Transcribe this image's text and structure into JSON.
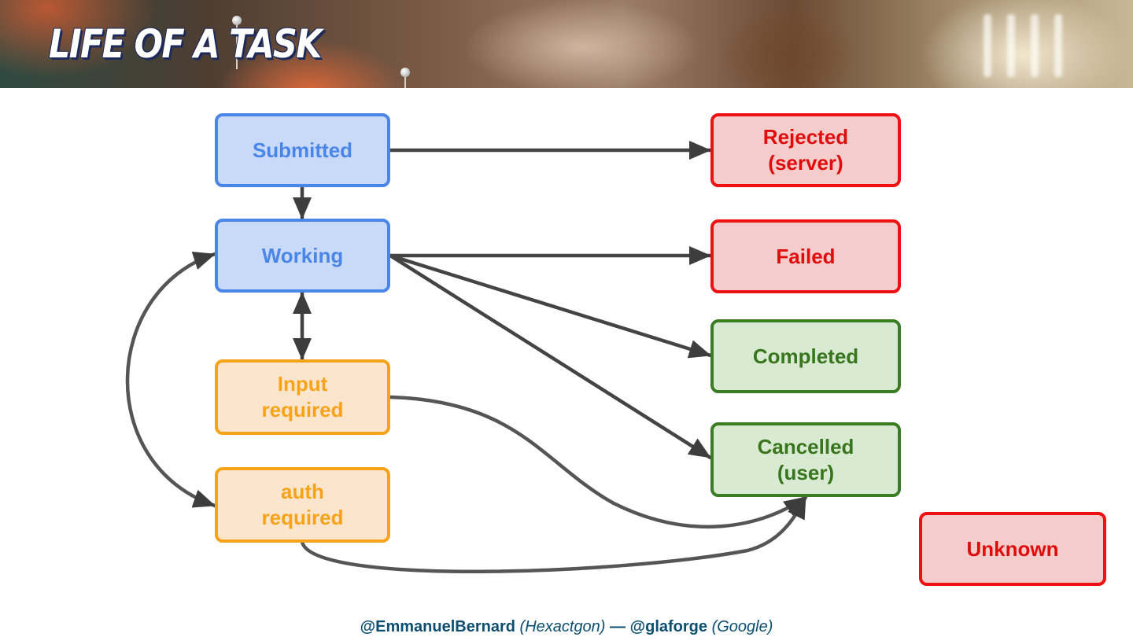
{
  "slide": {
    "title": "LIFE OF A TASK"
  },
  "nodes": {
    "submitted": "Submitted",
    "working": "Working",
    "input_required": [
      "Input",
      "required"
    ],
    "auth_required": [
      "auth",
      "required"
    ],
    "rejected": [
      "Rejected",
      "(server)"
    ],
    "failed": "Failed",
    "completed": "Completed",
    "cancelled": [
      "Cancelled",
      "(user)"
    ],
    "unknown": "Unknown"
  },
  "footer": {
    "handle1": "@EmmanuelBernard",
    "org1": "(Hexactgon)",
    "separator": "—",
    "handle2": "@glaforge",
    "org2": "(Google)"
  },
  "colors": {
    "blue": "#4a86e8",
    "orange": "#f6a319",
    "red": "#ee1111",
    "green": "#38761d",
    "arrow": "#444444"
  }
}
